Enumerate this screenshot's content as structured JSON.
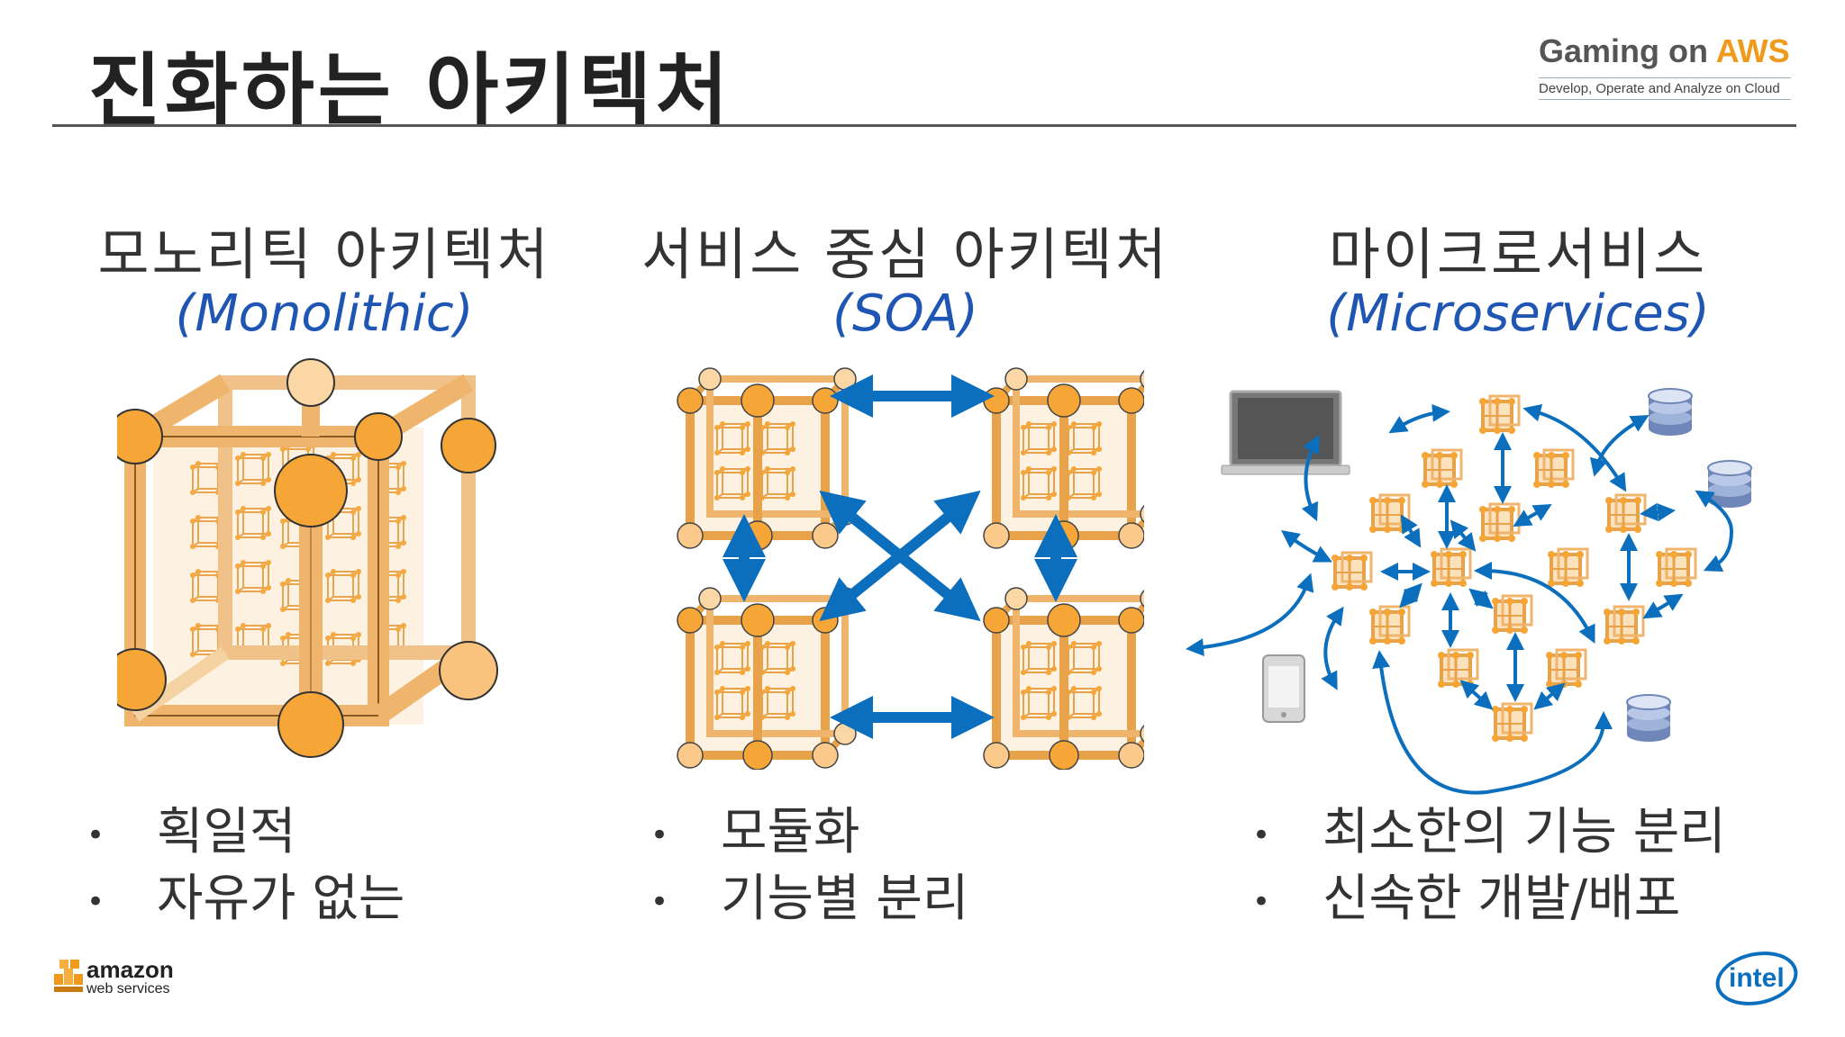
{
  "header": {
    "title": "진화하는 아키텍처",
    "brand_main": "Gaming on ",
    "brand_accent": "AWS",
    "brand_sub": "Develop, Operate and Analyze on Cloud"
  },
  "columns": [
    {
      "heading": "모노리틱 아키텍처",
      "subheading": "(Monolithic)",
      "bullets": [
        "획일적",
        "자유가 없는"
      ]
    },
    {
      "heading": "서비스 중심 아키텍처",
      "subheading": "(SOA)",
      "bullets": [
        "모듈화",
        "기능별 분리"
      ]
    },
    {
      "heading": "마이크로서비스",
      "subheading": "(Microservices)",
      "bullets": [
        "최소한의 기능 분리",
        "신속한 개발/배포"
      ]
    }
  ],
  "bullet_symbol": "•",
  "footer": {
    "aws_main": "amazon",
    "aws_sub": "web services",
    "intel": "intel"
  },
  "colors": {
    "cube_orange": "#f5a637",
    "cube_light": "#fbd7a6",
    "arrow_blue": "#0b6fbe",
    "subheading_blue": "#1f56b3"
  },
  "icons": [
    "laptop-icon",
    "phone-icon",
    "database-icon",
    "cube-icon",
    "arrow-icon"
  ]
}
